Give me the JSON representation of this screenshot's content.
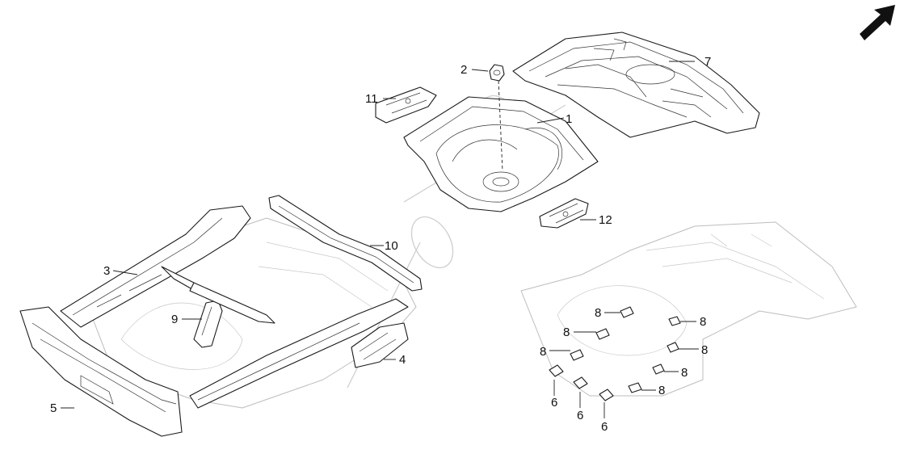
{
  "diagram": {
    "callouts": [
      {
        "id": "c1",
        "label": "1"
      },
      {
        "id": "c2",
        "label": "2"
      },
      {
        "id": "c3",
        "label": "3"
      },
      {
        "id": "c4",
        "label": "4"
      },
      {
        "id": "c5",
        "label": "5"
      },
      {
        "id": "c6a",
        "label": "6"
      },
      {
        "id": "c6b",
        "label": "6"
      },
      {
        "id": "c6c",
        "label": "6"
      },
      {
        "id": "c7",
        "label": "7"
      },
      {
        "id": "c8a",
        "label": "8"
      },
      {
        "id": "c8b",
        "label": "8"
      },
      {
        "id": "c8c",
        "label": "8"
      },
      {
        "id": "c8d",
        "label": "8"
      },
      {
        "id": "c8e",
        "label": "8"
      },
      {
        "id": "c8f",
        "label": "8"
      },
      {
        "id": "c8g",
        "label": "8"
      },
      {
        "id": "c9",
        "label": "9"
      },
      {
        "id": "c10",
        "label": "10"
      },
      {
        "id": "c11",
        "label": "11"
      },
      {
        "id": "c12",
        "label": "12"
      }
    ],
    "icons": {
      "direction_arrow": "front-direction-arrow-icon"
    },
    "colors": {
      "stroke": "#222222",
      "ghost": "#bdbdbd",
      "background": "#ffffff"
    }
  }
}
